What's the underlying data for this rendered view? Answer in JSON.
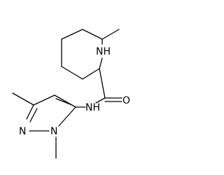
{
  "molecule": {
    "atoms": {
      "pip_nh": "NH",
      "amide_o": "O",
      "amide_nh": "NH",
      "pyr_n1": "N",
      "pyr_n2": "N"
    }
  }
}
